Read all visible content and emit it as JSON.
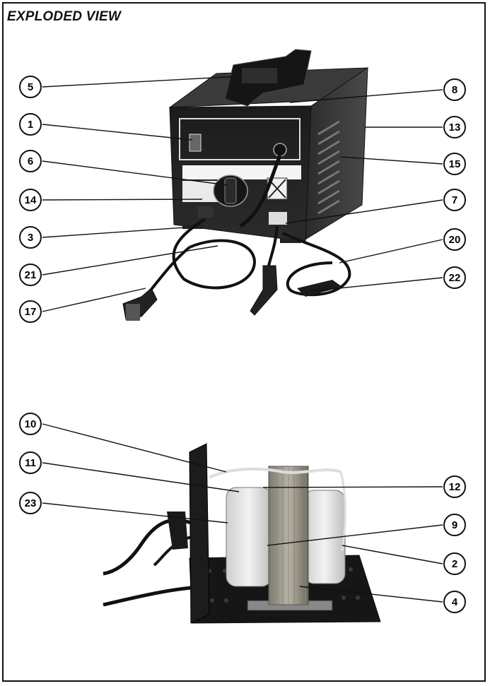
{
  "page": {
    "title": "EXPLODED VIEW"
  },
  "callouts": [
    {
      "id": "c5",
      "label": "5"
    },
    {
      "id": "c8",
      "label": "8"
    },
    {
      "id": "c1",
      "label": "1"
    },
    {
      "id": "c13",
      "label": "13"
    },
    {
      "id": "c6",
      "label": "6"
    },
    {
      "id": "c15",
      "label": "15"
    },
    {
      "id": "c14",
      "label": "14"
    },
    {
      "id": "c7",
      "label": "7"
    },
    {
      "id": "c3",
      "label": "3"
    },
    {
      "id": "c20",
      "label": "20"
    },
    {
      "id": "c21",
      "label": "21"
    },
    {
      "id": "c22",
      "label": "22"
    },
    {
      "id": "c17",
      "label": "17"
    },
    {
      "id": "c10",
      "label": "10"
    },
    {
      "id": "c11",
      "label": "11"
    },
    {
      "id": "c12",
      "label": "12"
    },
    {
      "id": "c23",
      "label": "23"
    },
    {
      "id": "c9",
      "label": "9"
    },
    {
      "id": "c2",
      "label": "2"
    },
    {
      "id": "c4",
      "label": "4"
    }
  ]
}
